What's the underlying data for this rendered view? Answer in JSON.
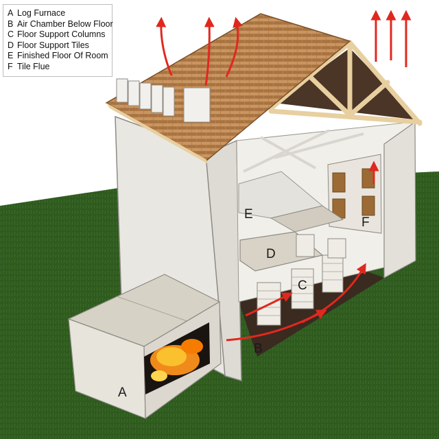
{
  "legend": [
    {
      "key": "A",
      "text": "Log Furnace"
    },
    {
      "key": "B",
      "text": "Air Chamber Below Floor"
    },
    {
      "key": "C",
      "text": "Floor Support Columns"
    },
    {
      "key": "D",
      "text": "Floor Support Tiles"
    },
    {
      "key": "E",
      "text": "Finished Floor Of Room"
    },
    {
      "key": "F",
      "text": "Tile Flue"
    }
  ],
  "labels": {
    "a": "A",
    "b": "B",
    "c": "C",
    "d": "D",
    "e": "E",
    "f": "F"
  },
  "colors": {
    "grass": "#2f5a1f",
    "wall": "#e9e7e2",
    "roof": "#b9824a",
    "timber": "#e8cfa0",
    "fire": "#f08a1a",
    "arrow": "#e0281e",
    "subfloor": "#3a2a20"
  }
}
